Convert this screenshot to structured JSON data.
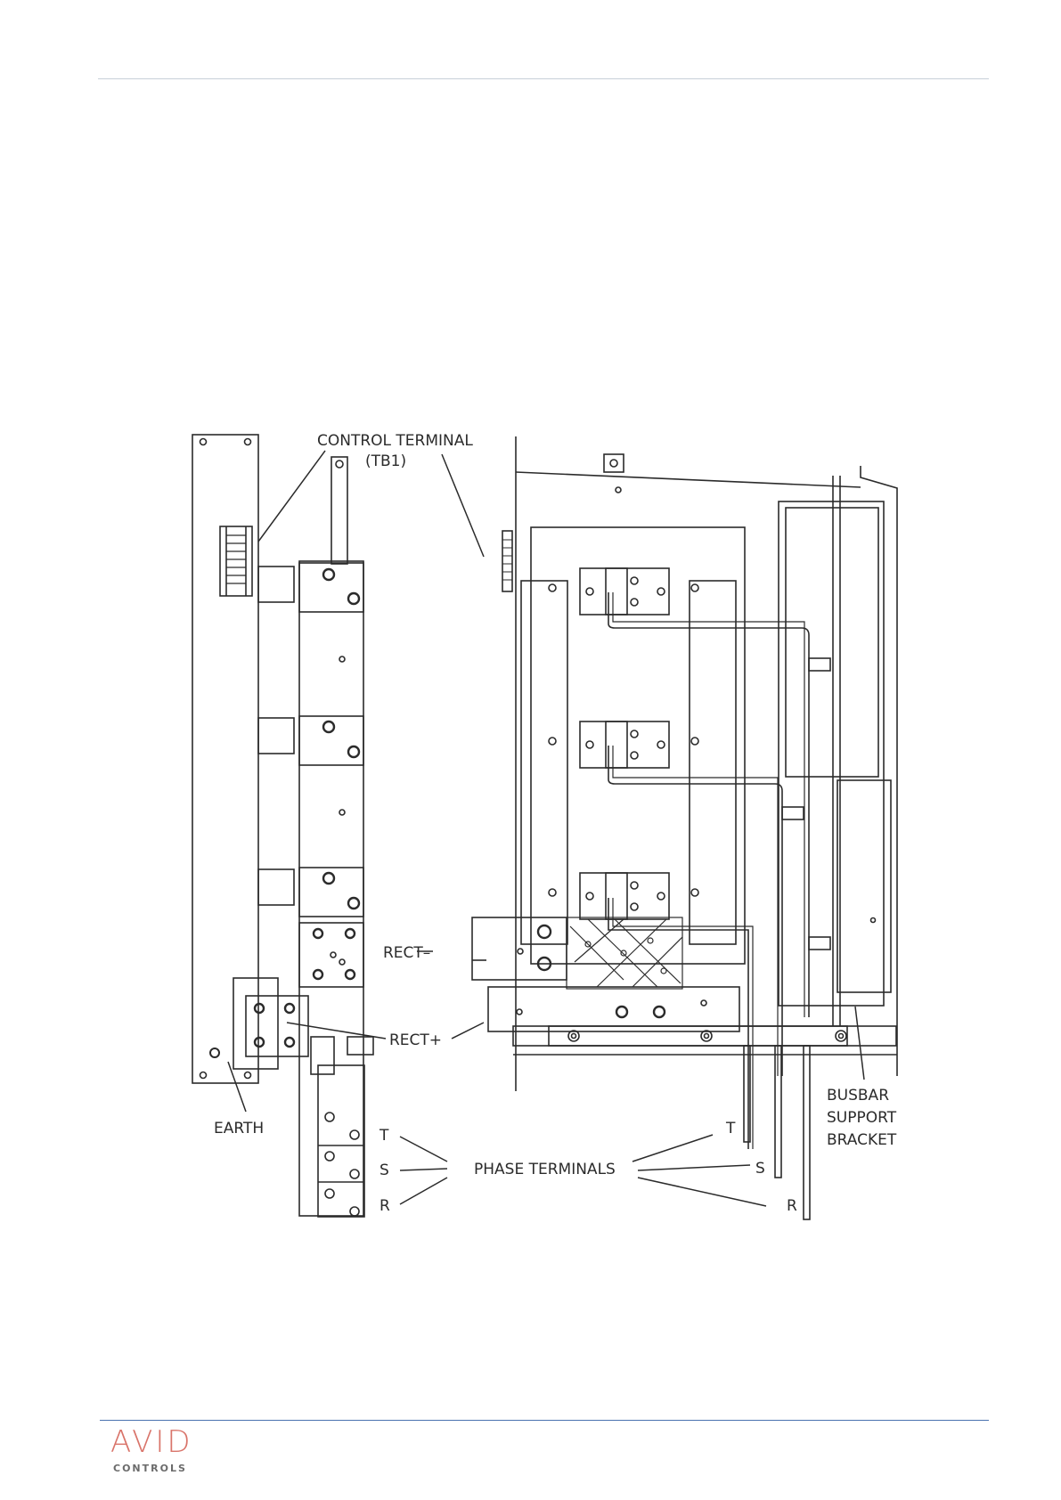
{
  "logo": {
    "name": "AVID",
    "sub": "CONTROLS"
  },
  "labels": {
    "control_terminal": "CONTROL TERMINAL",
    "tb1": "(TB1)",
    "rect_minus": "RECT–",
    "rect_plus": "RECT+",
    "earth": "EARTH",
    "phase_terminals": "PHASE TERMINALS",
    "t_left": "T",
    "s_left": "S",
    "r_left": "R",
    "t_right": "T",
    "s_right": "S",
    "r_right": "R",
    "busbar": "BUSBAR",
    "support": "SUPPORT",
    "bracket": "BRACKET"
  },
  "colors": {
    "line": "#2b2b2b",
    "rule_top": "#c7cfd8",
    "rule_bottom": "#4a72b0",
    "logo": "#d9746a"
  }
}
